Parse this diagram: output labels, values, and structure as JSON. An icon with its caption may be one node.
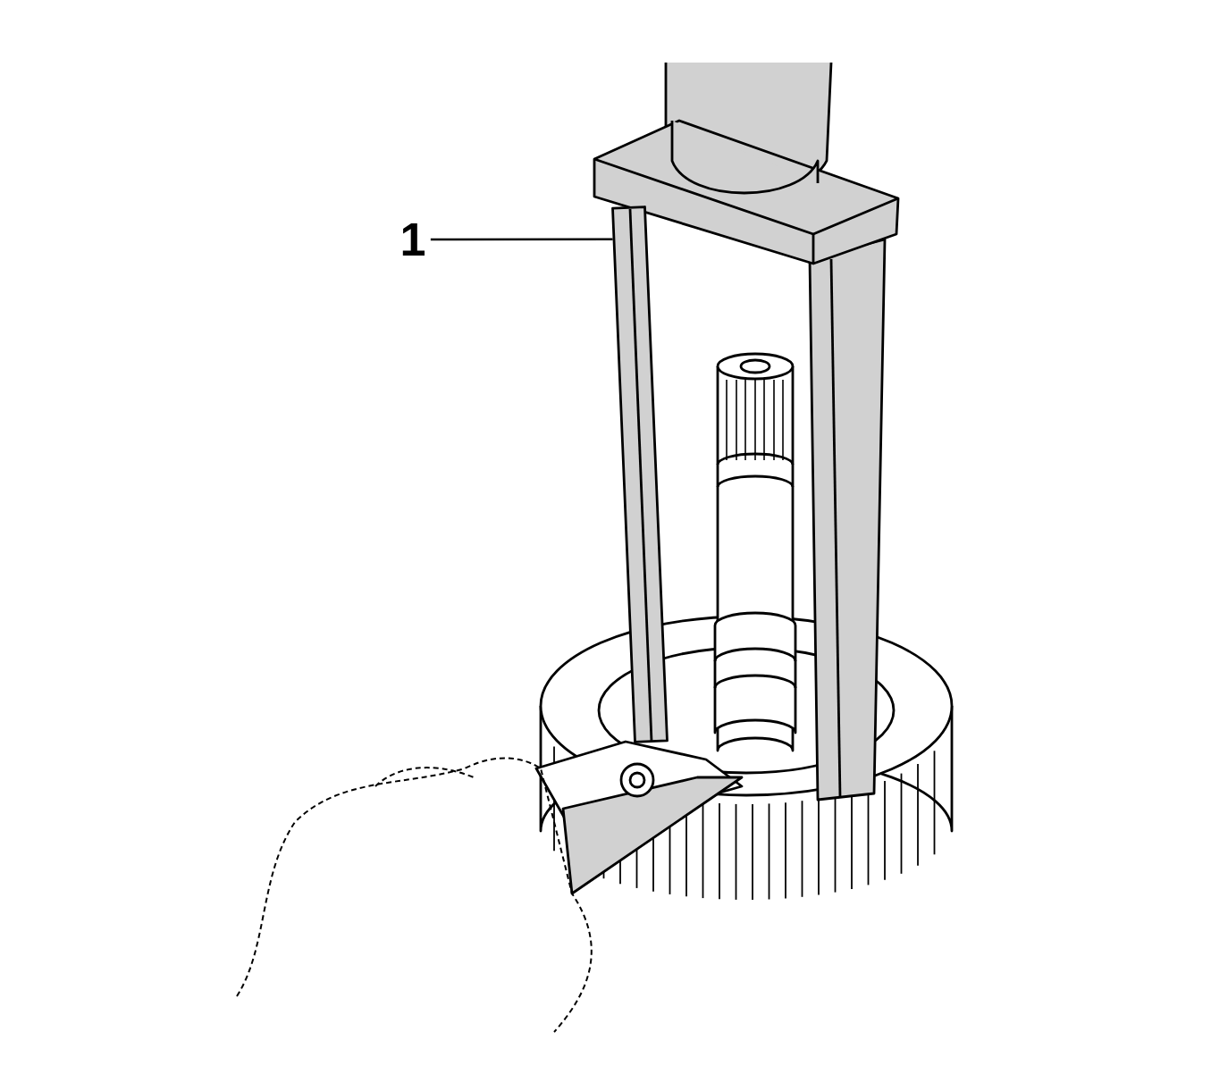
{
  "diagram": {
    "nodes": [
      {
        "text": [
          "1"
        ]
      },
      {
        "text": [],
        "shape": "bar"
      }
    ],
    "edges": [
      {
        "from": 0,
        "to": 1,
        "arrow": "none"
      }
    ]
  }
}
